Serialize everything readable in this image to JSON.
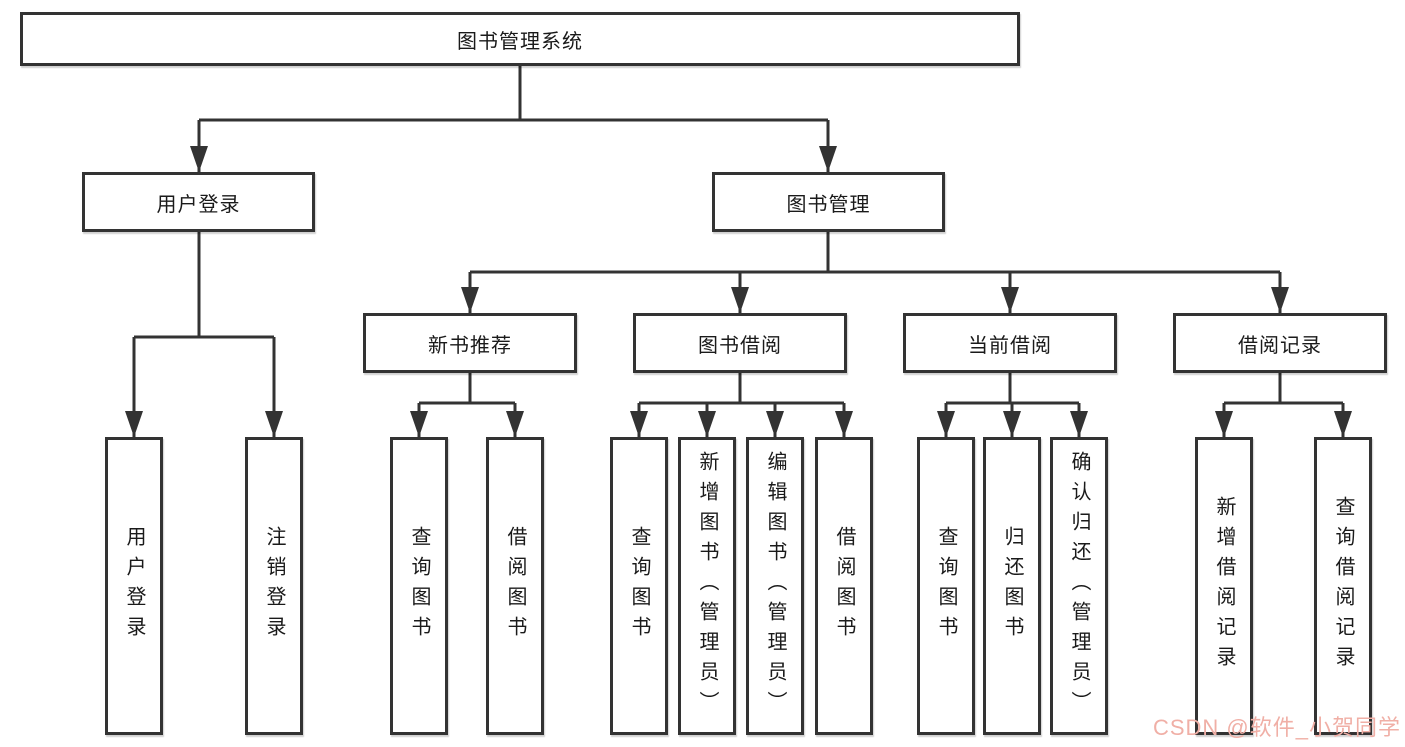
{
  "colors": {
    "line": "#333333",
    "box_border": "#333333",
    "box_fill": "#ffffff",
    "text": "#1a1a1a",
    "watermark": "#f0afa6"
  },
  "tree": {
    "root": {
      "label": "图书管理系统"
    },
    "branches": [
      {
        "label": "用户登录",
        "children": [
          {
            "label": "用户登录"
          },
          {
            "label": "注销登录"
          }
        ]
      },
      {
        "label": "图书管理",
        "children": [
          {
            "label": "新书推荐",
            "children": [
              {
                "label": "查询图书"
              },
              {
                "label": "借阅图书"
              }
            ]
          },
          {
            "label": "图书借阅",
            "children": [
              {
                "label": "查询图书"
              },
              {
                "label": "新增图书（管理员）"
              },
              {
                "label": "编辑图书（管理员）"
              },
              {
                "label": "借阅图书"
              }
            ]
          },
          {
            "label": "当前借阅",
            "children": [
              {
                "label": "查询图书"
              },
              {
                "label": "归还图书"
              },
              {
                "label": "确认归还（管理员）"
              }
            ]
          },
          {
            "label": "借阅记录",
            "children": [
              {
                "label": "新增借阅记录"
              },
              {
                "label": "查询借阅记录"
              }
            ]
          }
        ]
      }
    ]
  },
  "watermark": {
    "text": "CSDN @软件_小贺同学"
  }
}
